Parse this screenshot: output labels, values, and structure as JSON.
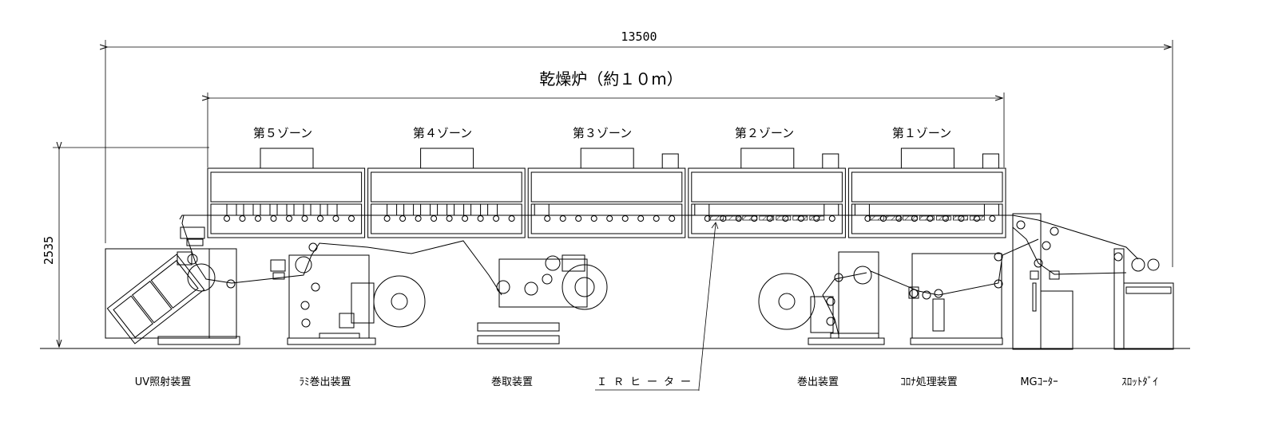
{
  "dimensions": {
    "overall_length": "13500",
    "height": "2535"
  },
  "dryer": {
    "title": "乾燥炉（約１０m）",
    "zones": [
      {
        "label": "第５ゾーン"
      },
      {
        "label": "第４ゾーン"
      },
      {
        "label": "第３ゾーン"
      },
      {
        "label": "第２ゾーン"
      },
      {
        "label": "第１ゾーン"
      }
    ]
  },
  "equipment_labels": {
    "uv": "UV照射装置",
    "lami_unwinder": "ﾗﾐ巻出装置",
    "winder": "巻取装置",
    "ir_heater": "ＩＲヒーター",
    "unwinder": "巻出装置",
    "corona": "ｺﾛﾅ処理装置",
    "mg_coater": "MGｺｰﾀｰ",
    "slot_die": "ｽﾛｯﾄﾀﾞｲ"
  }
}
